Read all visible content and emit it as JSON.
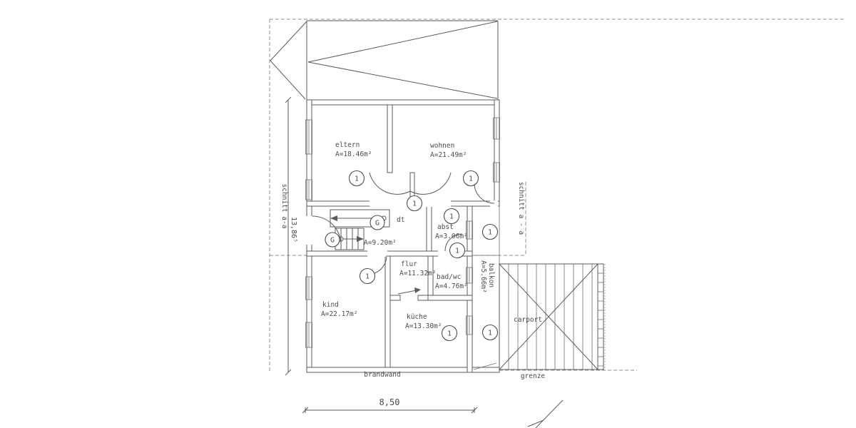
{
  "drawing": {
    "rooms": [
      {
        "name": "eltern",
        "area": "A=18.46m²"
      },
      {
        "name": "wohnen",
        "area": "A=21.49m²"
      },
      {
        "name": "dt",
        "area": "A=9.20m²"
      },
      {
        "name": "abst",
        "area": "A=3.06m²"
      },
      {
        "name": "flur",
        "area": "A=11.32m²"
      },
      {
        "name": "bad/wc",
        "area": "A=4.76m²"
      },
      {
        "name": "kind",
        "area": "A=22.17m²"
      },
      {
        "name": "küche",
        "area": "A=13.30m²"
      },
      {
        "name": "balkon",
        "area": "A=5.66m²"
      },
      {
        "name": "carport"
      }
    ],
    "annotations": {
      "brandwand": "brandwand",
      "grenze": "grenze",
      "schnitt_left": "schnitt a-a",
      "schnitt_right": "schnitt a - a"
    },
    "dimensions": {
      "horizontal": "8,50",
      "vertical": "13,86⁵"
    },
    "symbols": {
      "item_marker": "1",
      "stair_marker": "G"
    },
    "colors": {
      "line": "#5b5b5b",
      "dashed": "#8c8c8c",
      "text": "#4c4c4c",
      "background": "#ffffff"
    }
  }
}
